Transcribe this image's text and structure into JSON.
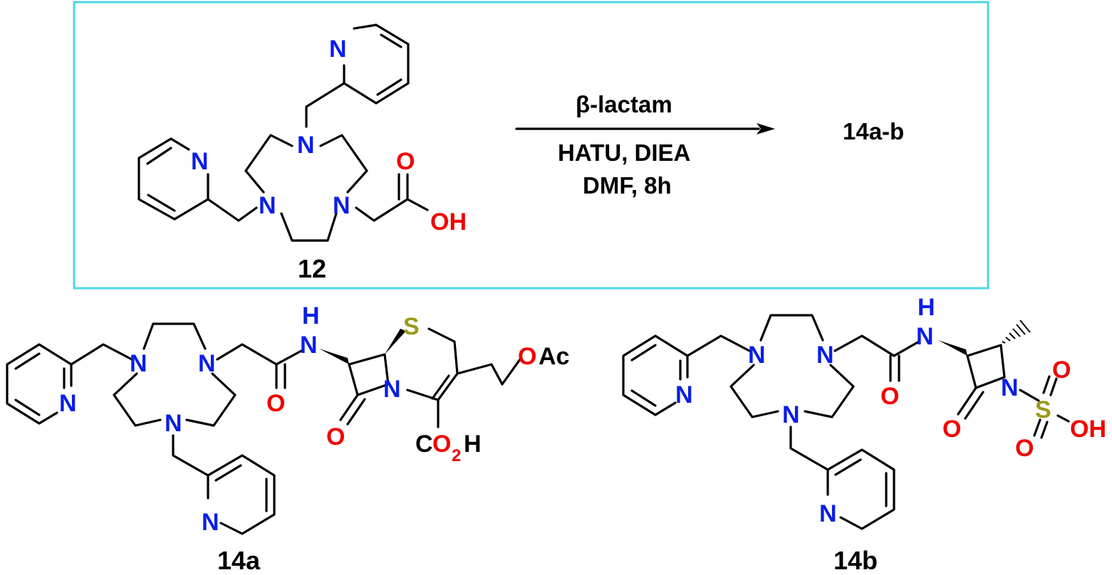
{
  "colors": {
    "box_border": "#4fd6e6",
    "nitrogen": "#0a1ee6",
    "oxygen": "#f00000",
    "sulfur": "#9a9a1a",
    "bond": "#000000"
  },
  "reaction": {
    "reagent_top": "β-lactam",
    "reagent_line1": "HATU, DIEA",
    "reagent_line2": "DMF, 8h",
    "product": "14a-b"
  },
  "atoms": {
    "N": "N",
    "O": "O",
    "OH": "OH",
    "H": "H",
    "S": "S",
    "OAc_O": "O",
    "OAc_tail": "Ac",
    "C": "C",
    "sub2": "2"
  },
  "compounds": {
    "c12": "12",
    "c14a": "14a",
    "c14b": "14b"
  }
}
